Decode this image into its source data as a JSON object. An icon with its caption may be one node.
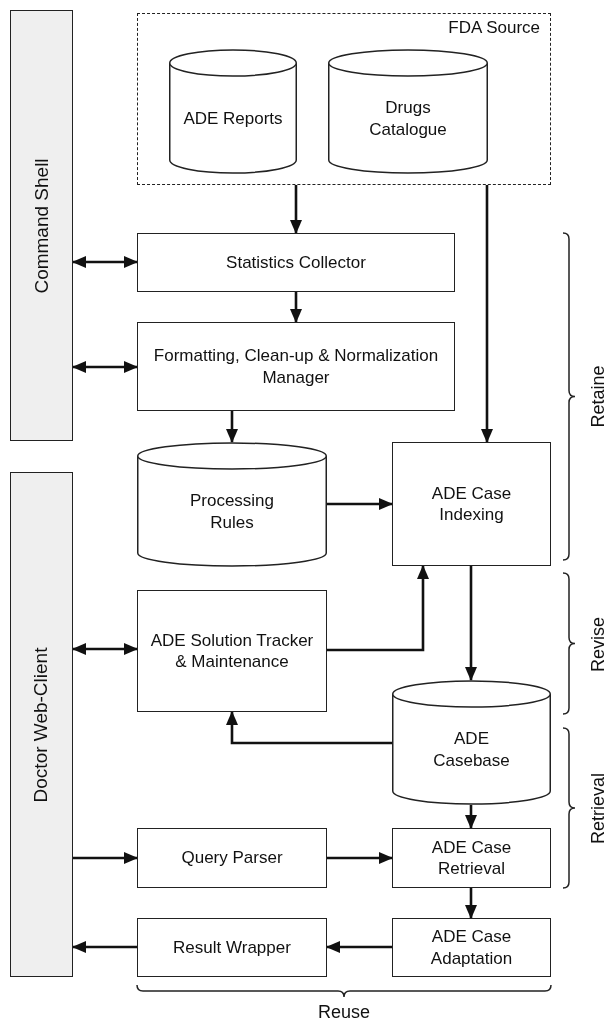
{
  "diagram": {
    "nodes": [
      {
        "text": [
          "Command Shell"
        ]
      },
      {
        "text": [
          "FDA Source"
        ]
      },
      {
        "text": [
          "ADE Reports"
        ],
        "in": 1
      },
      {
        "text": [
          "Drugs Catalogue"
        ],
        "in": 1
      },
      {
        "text": [
          "Statistics Collector"
        ]
      },
      {
        "text": [
          "Formatting, Clean-up & Normalization Manager"
        ]
      },
      {
        "text": [
          "Processing Rules"
        ]
      },
      {
        "text": [
          "ADE Case Indexing"
        ]
      },
      {
        "text": [
          "Doctor Web-Client"
        ]
      },
      {
        "text": [
          "ADE Solution Tracker & Maintenance"
        ]
      },
      {
        "text": [
          "ADE Casebase"
        ]
      },
      {
        "text": [
          "Query Parser"
        ]
      },
      {
        "text": [
          "ADE Case Retrieval"
        ]
      },
      {
        "text": [
          "Result Wrapper"
        ]
      },
      {
        "text": [
          "ADE Case Adaptation"
        ]
      }
    ],
    "edges": [
      {
        "from": 1,
        "to": 4,
        "arrow": "to"
      },
      {
        "from": 1,
        "to": 7,
        "arrow": "to"
      },
      {
        "from": 4,
        "to": 5,
        "arrow": "to"
      },
      {
        "from": 0,
        "to": 4,
        "arrow": "both"
      },
      {
        "from": 0,
        "to": 5,
        "arrow": "both"
      },
      {
        "from": 5,
        "to": 6,
        "arrow": "to"
      },
      {
        "from": 6,
        "to": 7,
        "arrow": "to"
      },
      {
        "from": 8,
        "to": 9,
        "arrow": "both"
      },
      {
        "from": 9,
        "to": 7,
        "arrow": "to"
      },
      {
        "from": 7,
        "to": 10,
        "arrow": "to"
      },
      {
        "from": 10,
        "to": 9,
        "arrow": "to"
      },
      {
        "from": 10,
        "to": 12,
        "arrow": "to"
      },
      {
        "from": 8,
        "to": 11,
        "arrow": "to"
      },
      {
        "from": 11,
        "to": 12,
        "arrow": "to"
      },
      {
        "from": 12,
        "to": 14,
        "arrow": "to"
      },
      {
        "from": 14,
        "to": 13,
        "arrow": "to"
      },
      {
        "from": 13,
        "to": 8,
        "arrow": "to"
      }
    ],
    "labels": [
      "Retaine",
      "Revise",
      "Retrieval",
      "Reuse"
    ]
  }
}
